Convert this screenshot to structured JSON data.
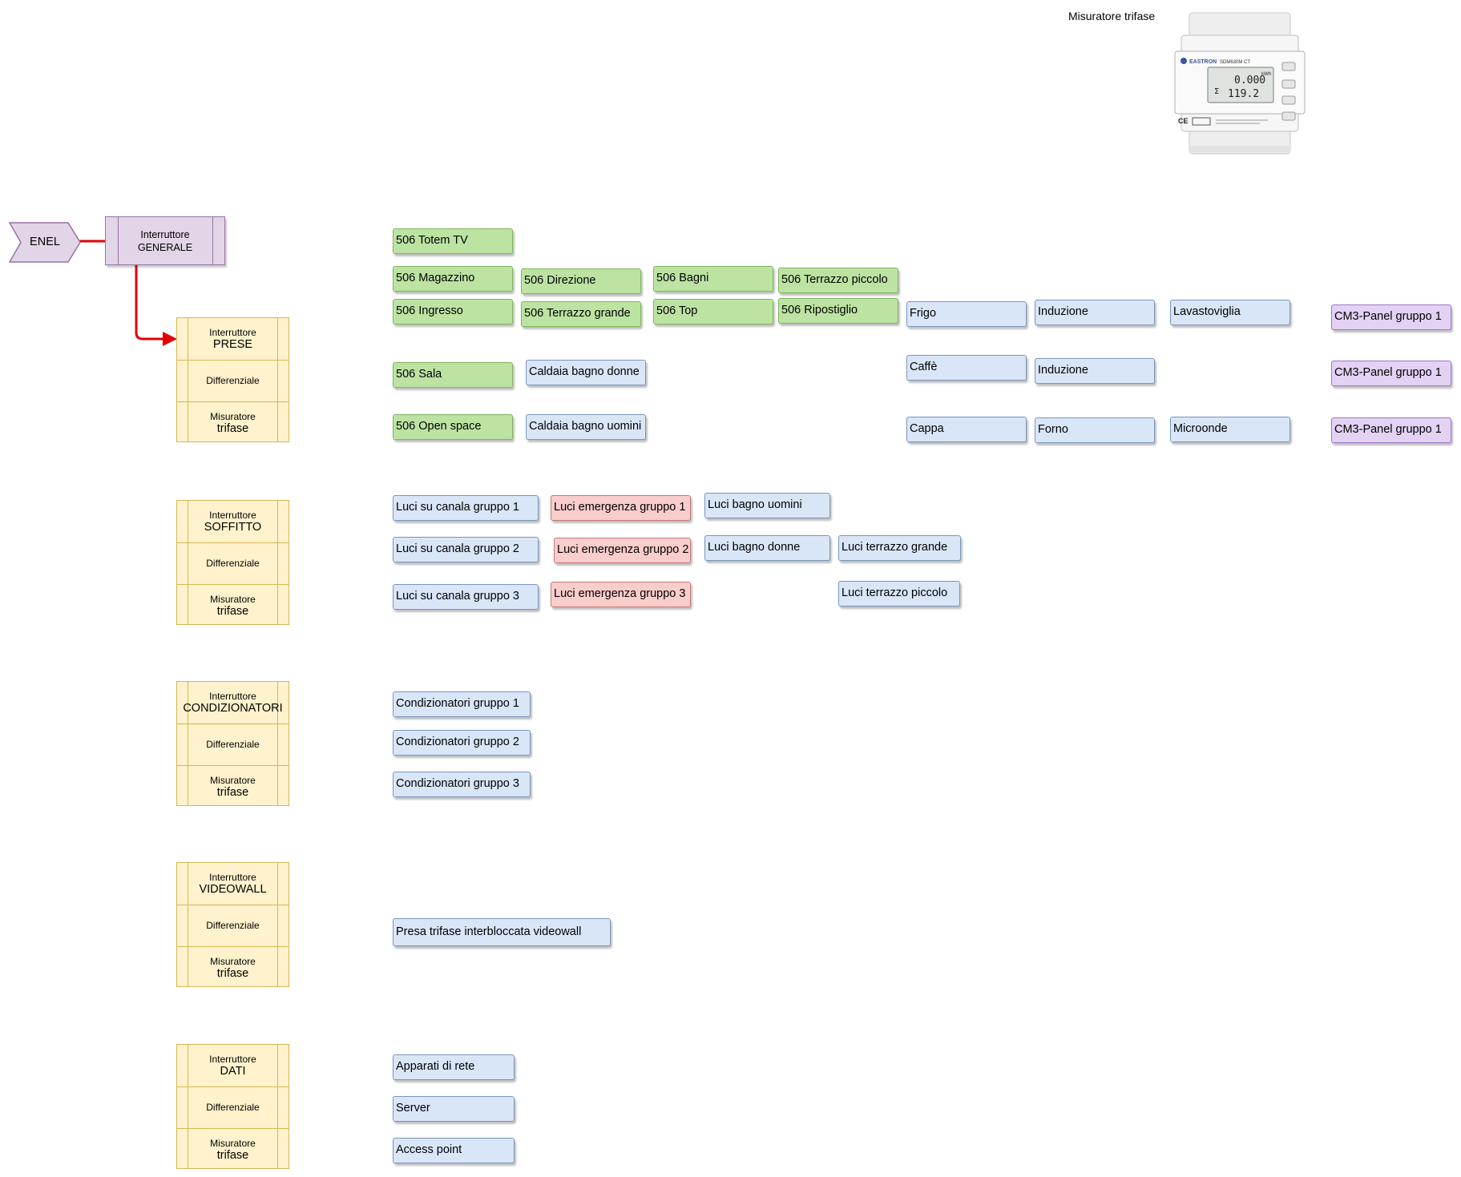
{
  "enel": {
    "label": "ENEL"
  },
  "main_switch": {
    "line1": "Interruttore",
    "line2": "GENERALE"
  },
  "meter": {
    "title": "Misuratore trifase",
    "brand": "EASTRON",
    "model": "SDM630M CT",
    "display_top": "0.000",
    "display_bottom": "119.2",
    "unit": "kWh",
    "mark": "CE"
  },
  "panels": [
    {
      "switch_label": "Interruttore",
      "name": "PRESE",
      "differential": "Differenziale",
      "meter_line1": "Misuratore",
      "meter_line2": "trifase"
    },
    {
      "switch_label": "Interruttore",
      "name": "SOFFITTO",
      "differential": "Differenziale",
      "meter_line1": "Misuratore",
      "meter_line2": "trifase"
    },
    {
      "switch_label": "Interruttore",
      "name": "CONDIZIONATORI",
      "differential": "Differenziale",
      "meter_line1": "Misuratore",
      "meter_line2": "trifase"
    },
    {
      "switch_label": "Interruttore",
      "name": "VIDEOWALL",
      "differential": "Differenziale",
      "meter_line1": "Misuratore",
      "meter_line2": "trifase"
    },
    {
      "switch_label": "Interruttore",
      "name": "DATI",
      "differential": "Differenziale",
      "meter_line1": "Misuratore",
      "meter_line2": "trifase"
    }
  ],
  "prese": {
    "totem": "506 Totem TV",
    "magazzino": "506 Magazzino",
    "direzione": "506 Direzione",
    "bagni": "506 Bagni",
    "terrazzo_piccolo": "506 Terrazzo piccolo",
    "ingresso": "506 Ingresso",
    "terrazzo_grande": "506 Terrazzo grande",
    "top": "506 Top",
    "ripostiglio": "506 Ripostiglio",
    "frigo": "Frigo",
    "induzione1": "Induzione",
    "lavastoviglia": "Lavastoviglia",
    "cm3_1": "CM3-Panel gruppo 1",
    "sala": "506 Sala",
    "caldaia_donne": "Caldaia bagno donne",
    "caffe": "Caffè",
    "induzione2": "Induzione",
    "cm3_2": "CM3-Panel gruppo 1",
    "open_space": "506 Open space",
    "caldaia_uomini": "Caldaia bagno uomini",
    "cappa": "Cappa",
    "forno": "Forno",
    "microonde": "Microonde",
    "cm3_3": "CM3-Panel gruppo 1"
  },
  "soffitto": {
    "canala1": "Luci su canala gruppo 1",
    "emergenza1": "Luci emergenza gruppo 1",
    "bagno_uomini": "Luci bagno uomini",
    "canala2": "Luci su canala gruppo 2",
    "emergenza2": "Luci emergenza gruppo 2",
    "bagno_donne": "Luci bagno donne",
    "terrazzo_grande": "Luci terrazzo grande",
    "canala3": "Luci su canala gruppo 3",
    "emergenza3": "Luci emergenza gruppo 3",
    "terrazzo_piccolo": "Luci terrazzo piccolo"
  },
  "condizionatori": {
    "g1": "Condizionatori gruppo 1",
    "g2": "Condizionatori gruppo 2",
    "g3": "Condizionatori gruppo 3"
  },
  "videowall": {
    "presa": "Presa trifase interbloccata videowall"
  },
  "dati": {
    "apparati": "Apparati di rete",
    "server": "Server",
    "access_point": "Access point"
  },
  "colors": {
    "connector": "#e00000",
    "green_fill": "#bde3a3",
    "blue_fill": "#d9e6f8",
    "red_fill": "#f8cdcb",
    "purple_fill": "#e3d2f4",
    "panel_fill": "#fff2cc",
    "switch_fill": "#e1d5e7"
  }
}
